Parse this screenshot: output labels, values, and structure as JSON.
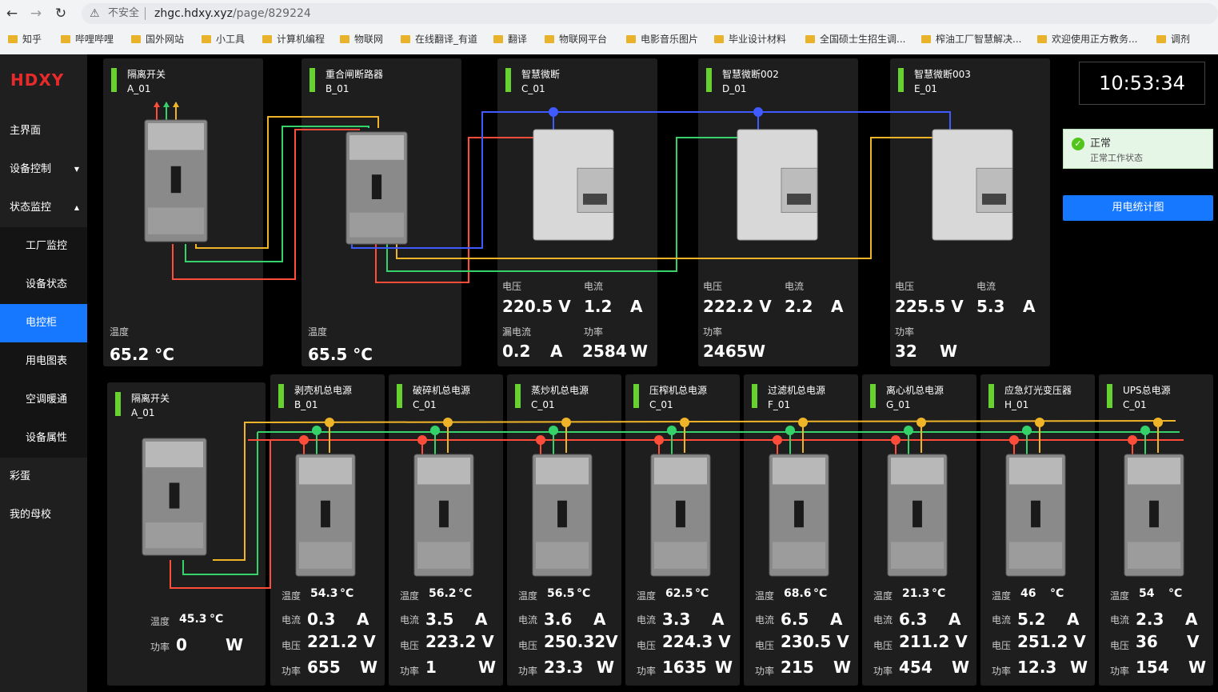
{
  "browser": {
    "security": "不安全",
    "url_host": "zhgc.hdxy.xyz",
    "url_path": "/page/829224",
    "bookmarks": [
      "知乎",
      "哔哩哔哩",
      "国外网站",
      "小工具",
      "计算机编程",
      "物联网",
      "在线翻译_有道",
      "翻译",
      "物联网平台",
      "电影音乐图片",
      "毕业设计材料",
      "全国硕士生招生调...",
      "榨油工厂智慧解决...",
      "欢迎使用正方教务...",
      "调剂"
    ]
  },
  "app": {
    "logo": "HDXY"
  },
  "sidebar": {
    "items": [
      {
        "label": "主界面"
      },
      {
        "label": "设备控制",
        "arrow": "▼"
      },
      {
        "label": "状态监控",
        "arrow": "▲"
      },
      {
        "label": "工厂监控"
      },
      {
        "label": "设备状态"
      },
      {
        "label": "电控柜"
      },
      {
        "label": "用电图表"
      },
      {
        "label": "空调暖通"
      },
      {
        "label": "设备属性"
      },
      {
        "label": "彩蛋"
      },
      {
        "label": "我的母校"
      }
    ]
  },
  "labels": {
    "temp": "温度",
    "voltage": "电压",
    "current": "电流",
    "power": "功率",
    "leak": "漏电流"
  },
  "top_cards": [
    {
      "name": "隔离开关",
      "id": "A_01",
      "temp": "65.2 °C"
    },
    {
      "name": "重合闸断路器",
      "id": "B_01",
      "temp": "65.5 °C"
    },
    {
      "name": "智慧微断",
      "id": "C_01",
      "voltage": "220.5 V",
      "current": "1.2",
      "current_unit": "A",
      "leak": "0.2",
      "leak_unit": "A",
      "power": "2584",
      "power_unit": "W"
    },
    {
      "name": "智慧微断002",
      "id": "D_01",
      "voltage": "222.2 V",
      "current": "2.2",
      "current_unit": "A",
      "power": "2465",
      "power_unit": "W"
    },
    {
      "name": "智慧微断003",
      "id": "E_01",
      "voltage": "225.5 V",
      "current": "5.3",
      "current_unit": "A",
      "power": "32",
      "power_unit": "W"
    }
  ],
  "clock": "10:53:34",
  "status": {
    "title": "正常",
    "desc": "正常工作状态",
    "color": "#52c41a"
  },
  "stat_button": "用电统计图",
  "main_switch": {
    "name": "隔离开关",
    "id": "A_01",
    "temp": "45.3",
    "temp_unit": "°C",
    "power": "0",
    "power_unit": "W"
  },
  "bottom_cards": [
    {
      "name": "剥壳机总电源",
      "id": "B_01",
      "temp": "54.3",
      "current": "0.3",
      "voltage": "221.2 V",
      "power": "655"
    },
    {
      "name": "破碎机总电源",
      "id": "C_01",
      "temp": "56.2",
      "current": "3.5",
      "voltage": "223.2 V",
      "power": "1"
    },
    {
      "name": "蒸炒机总电源",
      "id": "C_01",
      "temp": "56.5",
      "current": "3.6",
      "voltage": "250.32V",
      "power": "23.3"
    },
    {
      "name": "压榨机总电源",
      "id": "C_01",
      "temp": "62.5",
      "current": "3.3",
      "voltage": "224.3 V",
      "power": "1635"
    },
    {
      "name": "过滤机总电源",
      "id": "F_01",
      "temp": "68.6",
      "current": "6.5",
      "voltage": "230.5 V",
      "power": "215"
    },
    {
      "name": "离心机总电源",
      "id": "G_01",
      "temp": "21.3",
      "current": "6.3",
      "voltage": "211.2 V",
      "power": "454"
    },
    {
      "name": "应急灯光变压器",
      "id": "H_01",
      "temp": "46",
      "current": "5.2",
      "voltage": "251.2 V",
      "power": "12.3"
    },
    {
      "name": "UPS总电源",
      "id": "C_01",
      "temp": "54",
      "current": "2.3",
      "voltage": "36",
      "voltage_unit": "V",
      "power": "154"
    }
  ],
  "units": {
    "temp": "°C",
    "current": "A",
    "power": "W"
  },
  "colors": {
    "accent": "#1677ff",
    "indicator": "#67d12f",
    "wire_red": "#ff4d3a",
    "wire_green": "#35d16a",
    "wire_yellow": "#f0b429",
    "wire_blue": "#3f5bff",
    "brand": "#e82a2a"
  }
}
